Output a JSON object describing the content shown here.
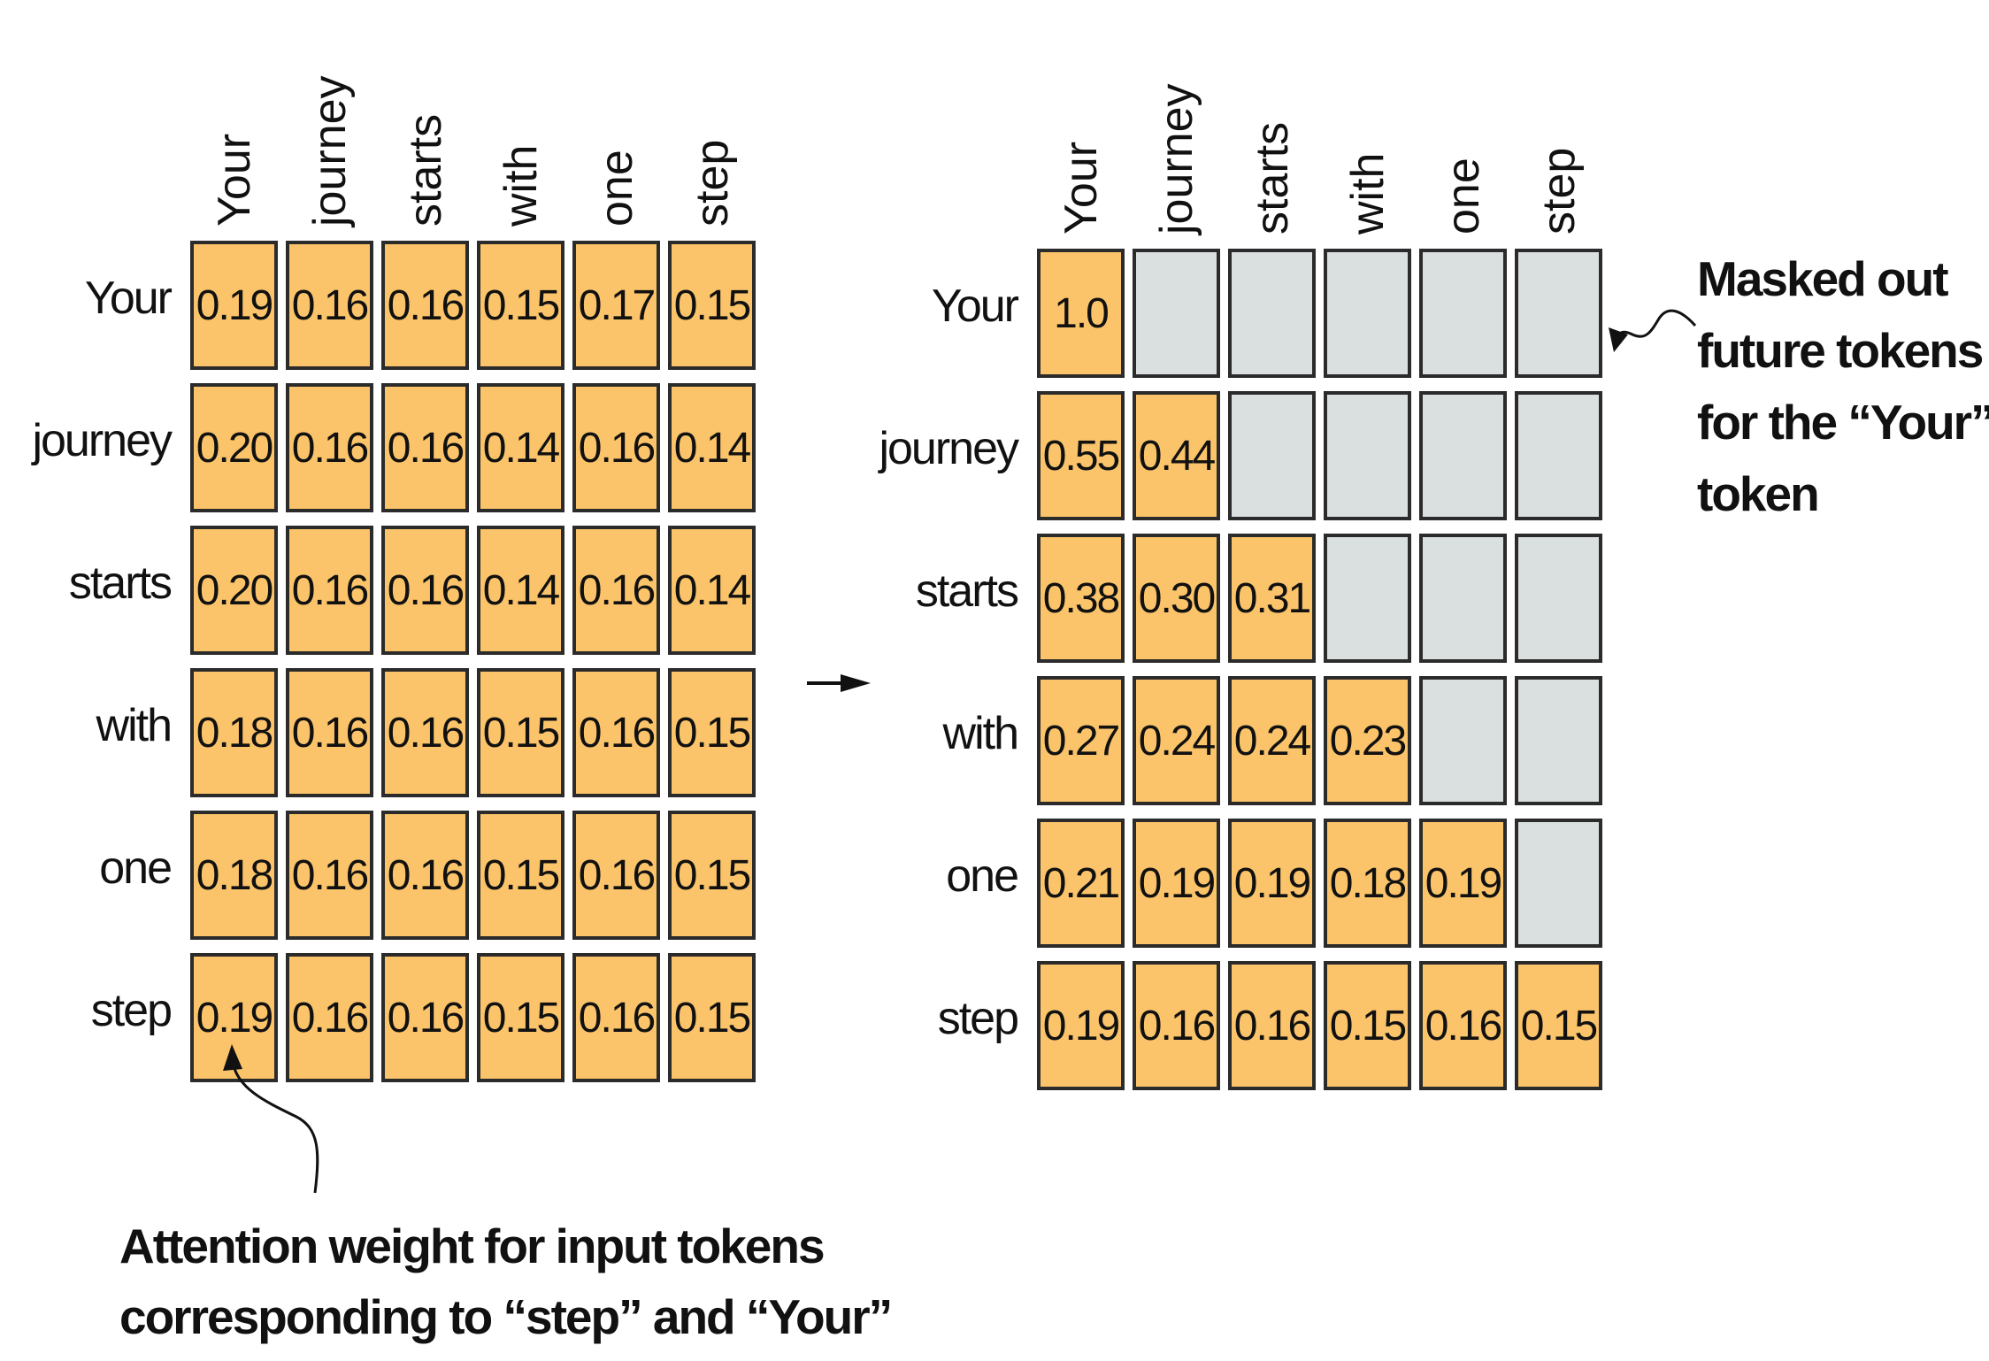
{
  "tokens": [
    "Your",
    "journey",
    "starts",
    "with",
    "one",
    "step"
  ],
  "left_matrix": [
    [
      "0.19",
      "0.16",
      "0.16",
      "0.15",
      "0.17",
      "0.15"
    ],
    [
      "0.20",
      "0.16",
      "0.16",
      "0.14",
      "0.16",
      "0.14"
    ],
    [
      "0.20",
      "0.16",
      "0.16",
      "0.14",
      "0.16",
      "0.14"
    ],
    [
      "0.18",
      "0.16",
      "0.16",
      "0.15",
      "0.16",
      "0.15"
    ],
    [
      "0.18",
      "0.16",
      "0.16",
      "0.15",
      "0.16",
      "0.15"
    ],
    [
      "0.19",
      "0.16",
      "0.16",
      "0.15",
      "0.16",
      "0.15"
    ]
  ],
  "right_matrix": [
    [
      "1.0",
      null,
      null,
      null,
      null,
      null
    ],
    [
      "0.55",
      "0.44",
      null,
      null,
      null,
      null
    ],
    [
      "0.38",
      "0.30",
      "0.31",
      null,
      null,
      null
    ],
    [
      "0.27",
      "0.24",
      "0.24",
      "0.23",
      null,
      null
    ],
    [
      "0.21",
      "0.19",
      "0.19",
      "0.18",
      "0.19",
      null
    ],
    [
      "0.19",
      "0.16",
      "0.16",
      "0.15",
      "0.16",
      "0.15"
    ]
  ],
  "annotations": {
    "masked": [
      "Masked out",
      "future tokens",
      "for the “Your”",
      "token"
    ],
    "attention": [
      "Attention weight for input tokens",
      "corresponding to “step” and “Your”"
    ]
  },
  "colors": {
    "filled": "#fbc46a",
    "masked": "#dadfdf",
    "border": "#2b2b2b"
  }
}
